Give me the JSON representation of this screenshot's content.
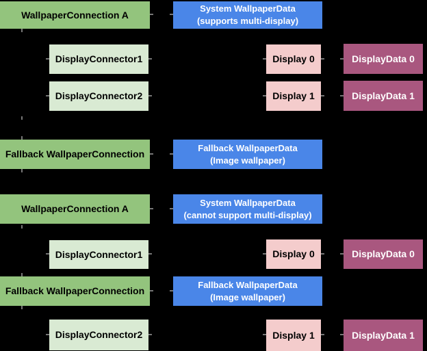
{
  "palette": {
    "background": "#000000",
    "green": "#93C47D",
    "light_green": "#D9EAD3",
    "blue": "#4A86E8",
    "pink": "#F4CCCC",
    "magenta": "#A9577F",
    "text_dark": "#000000",
    "text_light": "#FFFFFF",
    "connector": "#777777"
  },
  "nodes": [
    {
      "type": "wallpaper-connection",
      "label": "WallpaperConnection A"
    },
    {
      "type": "wallpaper-data",
      "label": "System WallpaperData\n(supports multi-display)"
    },
    {
      "type": "display-connector",
      "label": "DisplayConnector1"
    },
    {
      "type": "display",
      "label": "Display 0"
    },
    {
      "type": "display-data",
      "label": "DisplayData 0"
    },
    {
      "type": "display-connector",
      "label": "DisplayConnector2"
    },
    {
      "type": "display",
      "label": "Display 1"
    },
    {
      "type": "display-data",
      "label": "DisplayData 1"
    },
    {
      "type": "wallpaper-connection",
      "label": "Fallback WallpaperConnection"
    },
    {
      "type": "wallpaper-data",
      "label": "Fallback WallpaperData\n(Image wallpaper)"
    },
    {
      "type": "wallpaper-connection",
      "label": "WallpaperConnection A"
    },
    {
      "type": "wallpaper-data",
      "label": "System WallpaperData\n(cannot support multi-display)"
    },
    {
      "type": "display-connector",
      "label": "DisplayConnector1"
    },
    {
      "type": "display",
      "label": "Display 0"
    },
    {
      "type": "display-data",
      "label": "DisplayData 0"
    },
    {
      "type": "wallpaper-connection",
      "label": "Fallback WallpaperConnection"
    },
    {
      "type": "wallpaper-data",
      "label": "Fallback WallpaperData\n(Image wallpaper)"
    },
    {
      "type": "display-connector",
      "label": "DisplayConnector2"
    },
    {
      "type": "display",
      "label": "Display 1"
    },
    {
      "type": "display-data",
      "label": "DisplayData 1"
    }
  ]
}
